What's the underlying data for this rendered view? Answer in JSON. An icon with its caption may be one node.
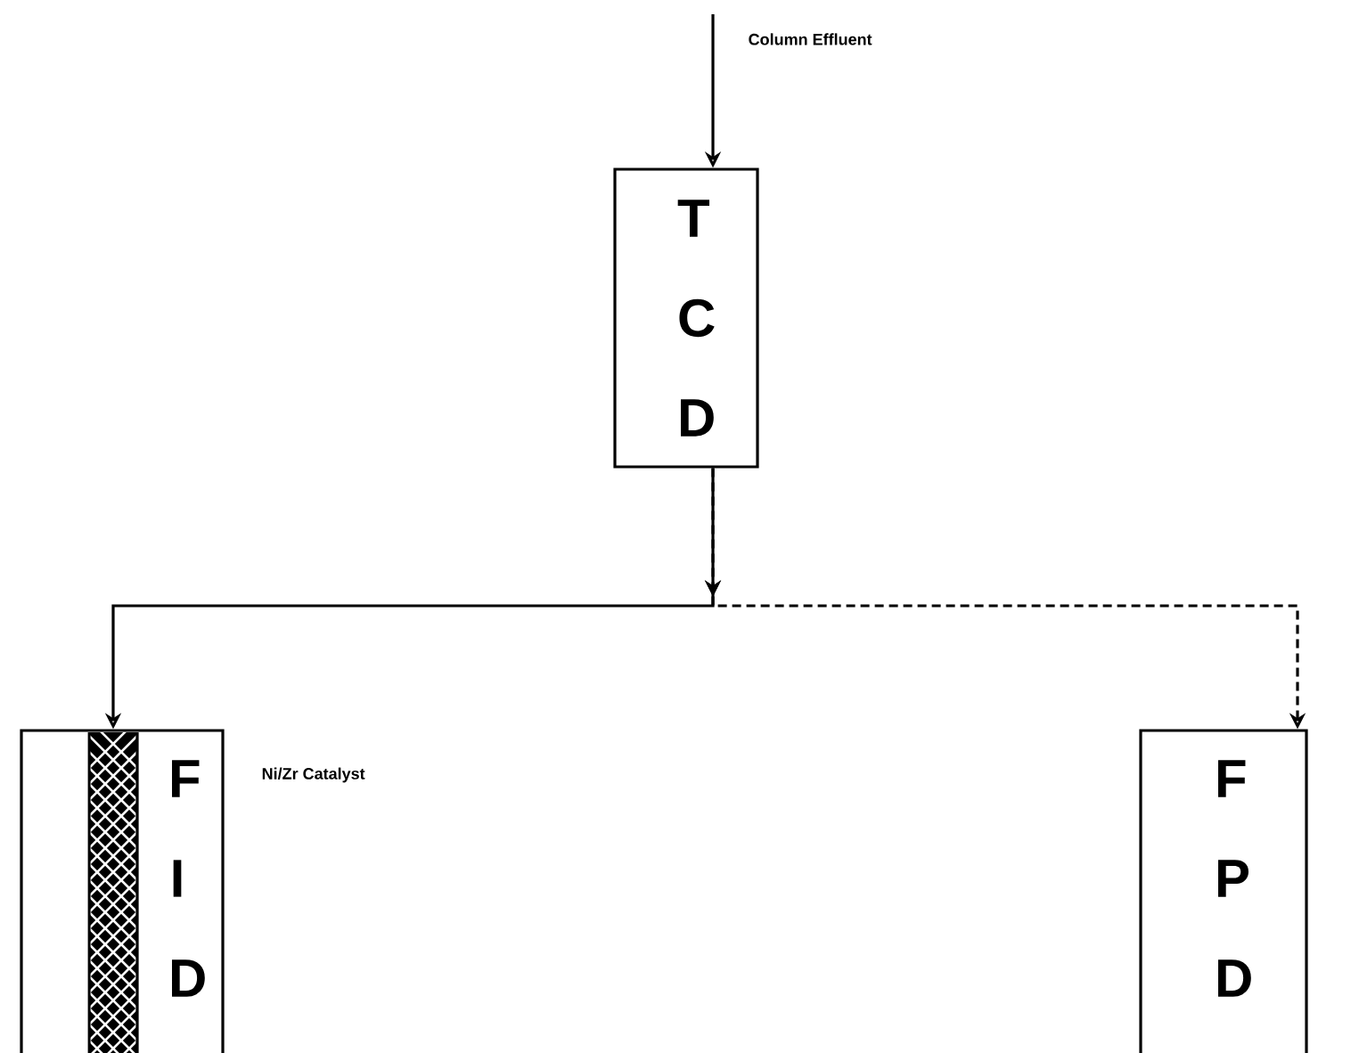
{
  "diagram": {
    "nodes": [
      {
        "text": [
          "T C D"
        ]
      },
      {
        "text": [
          "F I D"
        ],
        "beside": [
          "Ni/Zr Catalyst"
        ]
      },
      {
        "text": [
          "F P D"
        ]
      }
    ],
    "edges": [
      {
        "from": null,
        "to": 0,
        "arrow": "to",
        "label": "Column Effluent"
      },
      {
        "from": 0,
        "to": 1,
        "arrow": "to"
      },
      {
        "from": 0,
        "to": 2,
        "arrow": "to",
        "style": "dashed"
      }
    ]
  }
}
